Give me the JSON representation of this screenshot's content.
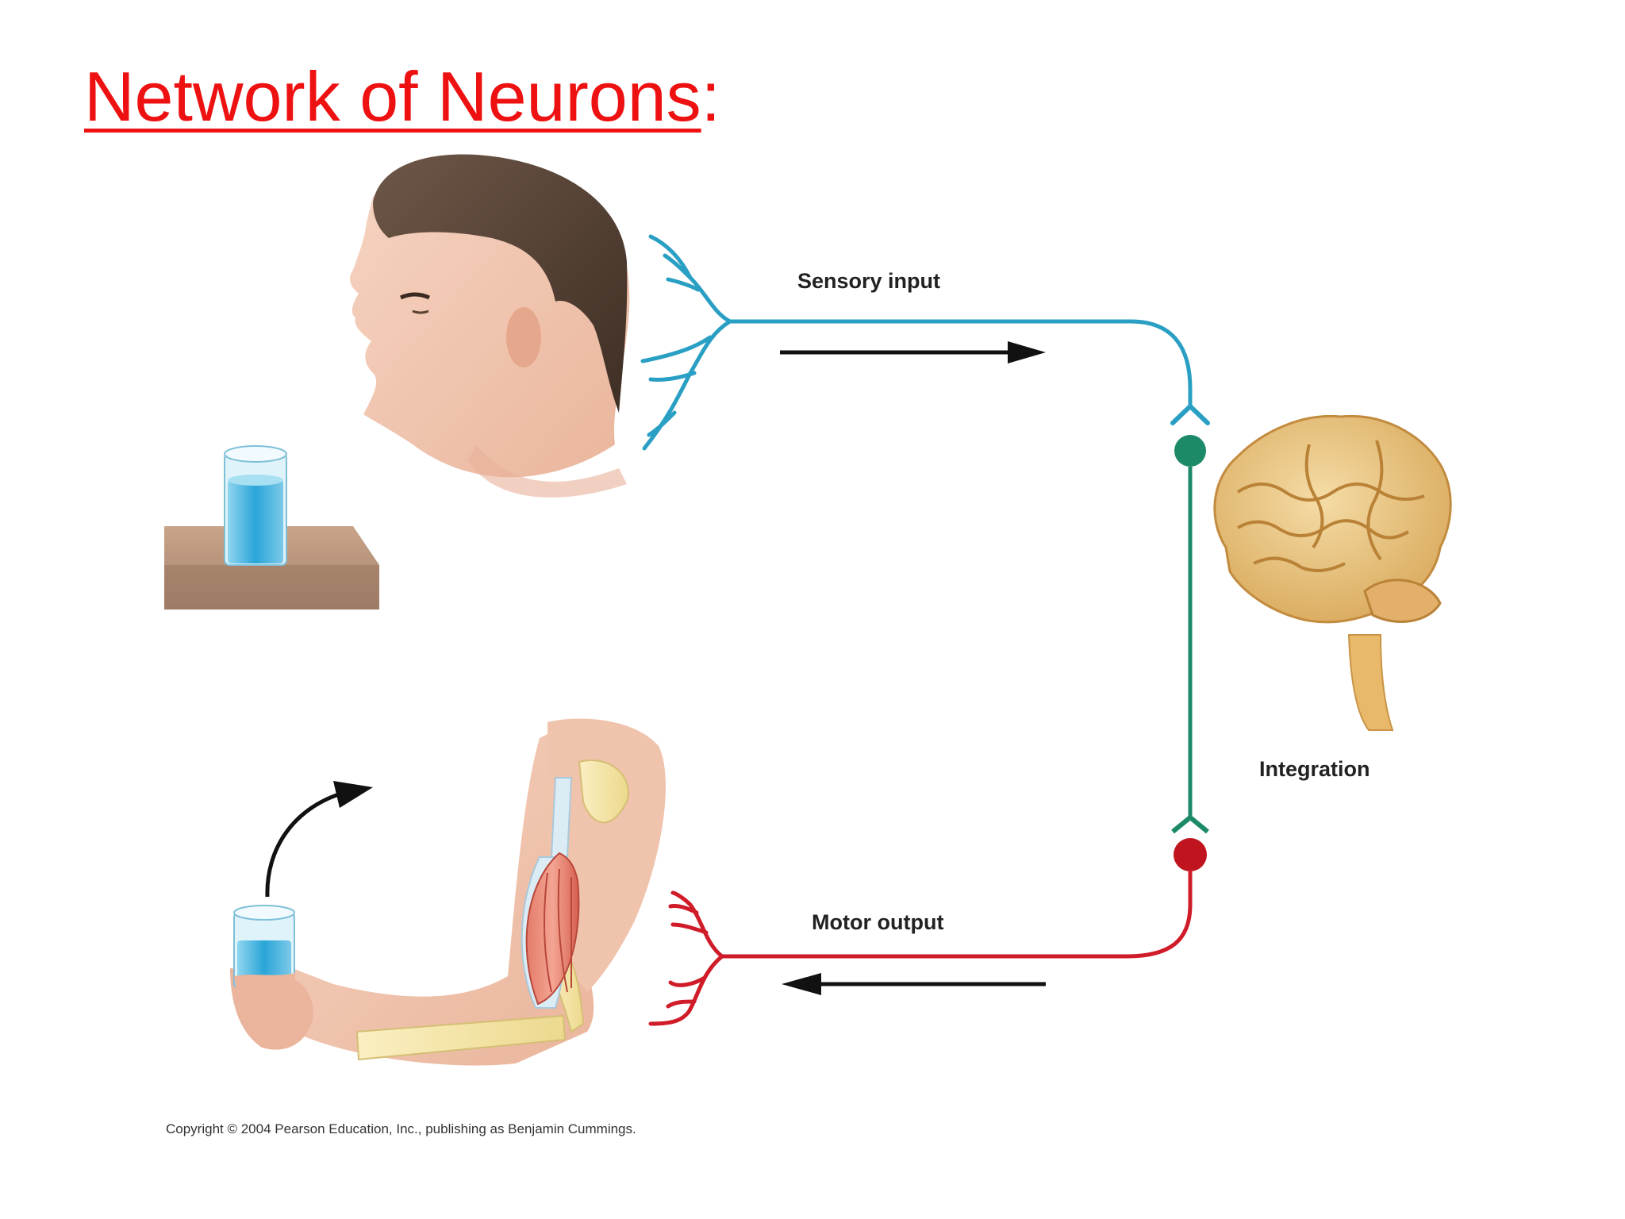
{
  "title": {
    "main": "Network of Neurons",
    "suffix": ":"
  },
  "labels": {
    "sensory": "Sensory input",
    "integration": "Integration",
    "motor": "Motor output"
  },
  "copyright": "Copyright © 2004 Pearson Education, Inc., publishing as Benjamin Cummings.",
  "colors": {
    "title": "#ee1111",
    "sensory_neuron": "#2a9fc4",
    "interneuron": "#1c8a68",
    "motor_neuron": "#d01c28",
    "arrow": "#111111"
  }
}
